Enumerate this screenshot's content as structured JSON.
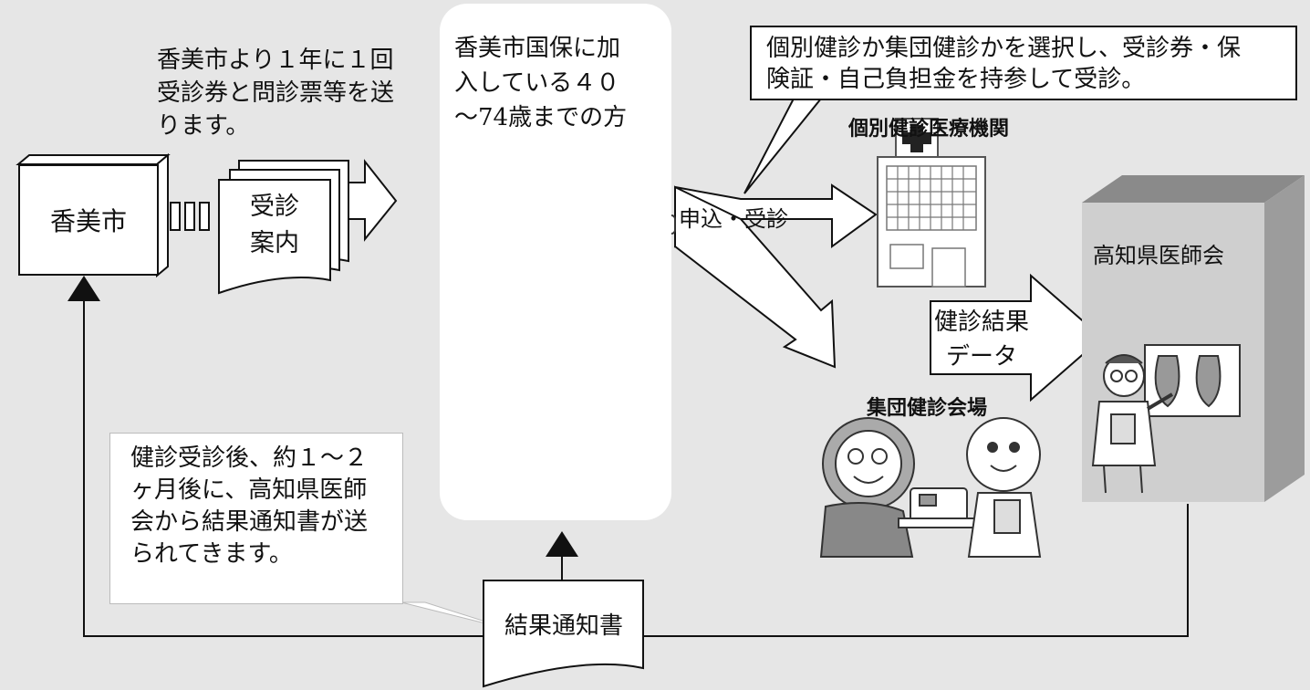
{
  "city": "香美市",
  "mail_note": "香美市より１年に１回\n受診券と問診票等を送\nります。",
  "mail_doc": "受診\n案内",
  "target_people": "香美市国保に加\n入している４０\n～74歳までの方",
  "callout_top": "個別健診か集団健診かを選択し、受診券・保\n険証・自己負担金を持参して受診。",
  "apply_label": "申込・受診",
  "clinic_title": "個別健診医療機関",
  "association": "高知県医師会",
  "results_data": "健診結果\nデータ",
  "group_title": "集団健診会場",
  "result_note": "健診受診後、約１～２\nヶ月後に、高知県医師\n会から結果通知書が送\nられてきます。",
  "result_doc": "結果通知書",
  "colors": {
    "background": "#e6e6e6",
    "box": "#ffffff",
    "building_front": "#cfcfcf",
    "building_top": "#8a8a8a"
  }
}
